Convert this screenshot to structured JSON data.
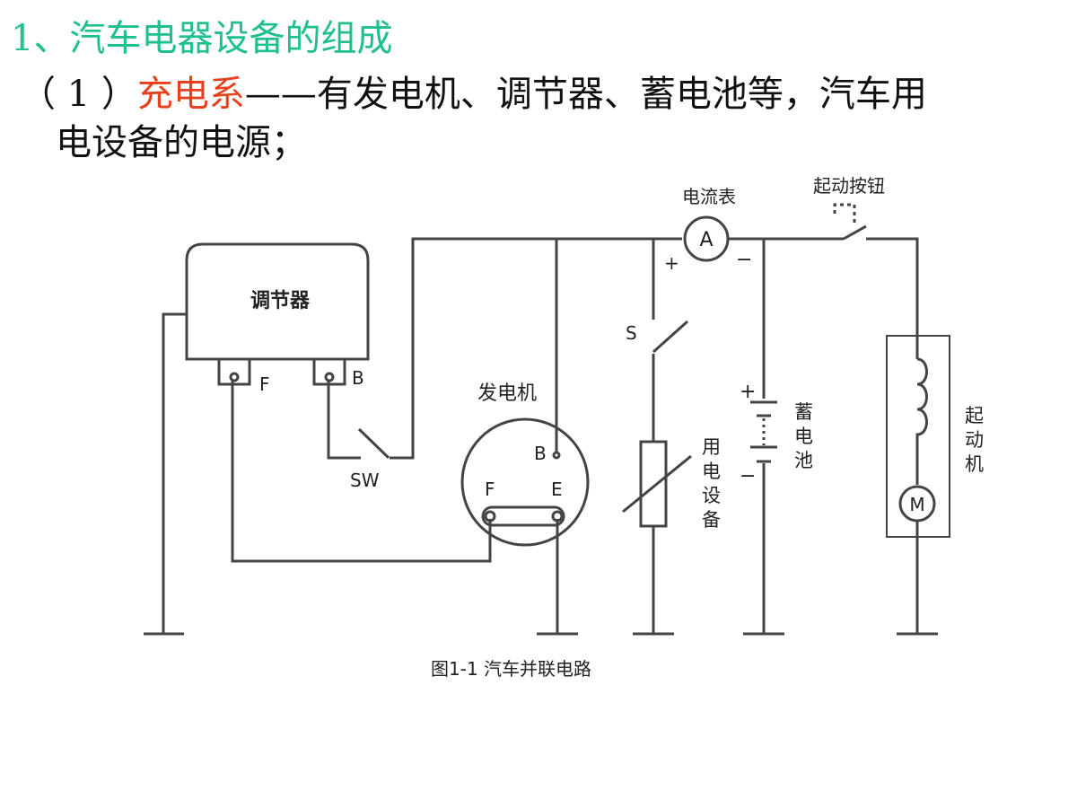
{
  "heading": "1、汽车电器设备的组成",
  "paragraph": {
    "prefix": "（ 1 ）",
    "term": "充电系",
    "line1_rest": "——有发电机、调节器、蓄电池等，汽车用",
    "line2": "电设备的电源；"
  },
  "colors": {
    "heading": "#1fbf8f",
    "term": "#e8401a",
    "wire": "#444444",
    "text": "#111111"
  },
  "diagram": {
    "regulator": "调节器",
    "reg_F": "F",
    "reg_B": "B",
    "sw": "SW",
    "generator": "发电机",
    "gen_B": "B",
    "gen_F": "F",
    "gen_E": "E",
    "ammeter_title": "电流表",
    "ammeter_symbol": "A",
    "plus": "+",
    "minus": "−",
    "switch_s": "S",
    "load_label": [
      "用",
      "电",
      "设",
      "备"
    ],
    "battery_label": [
      "蓄",
      "电",
      "池"
    ],
    "battery_plus": "+",
    "battery_minus": "−",
    "start_button": "起动按钮",
    "starter_label": [
      "起",
      "动",
      "机"
    ],
    "motor_symbol": "M",
    "caption": "图1-1  汽车并联电路"
  }
}
